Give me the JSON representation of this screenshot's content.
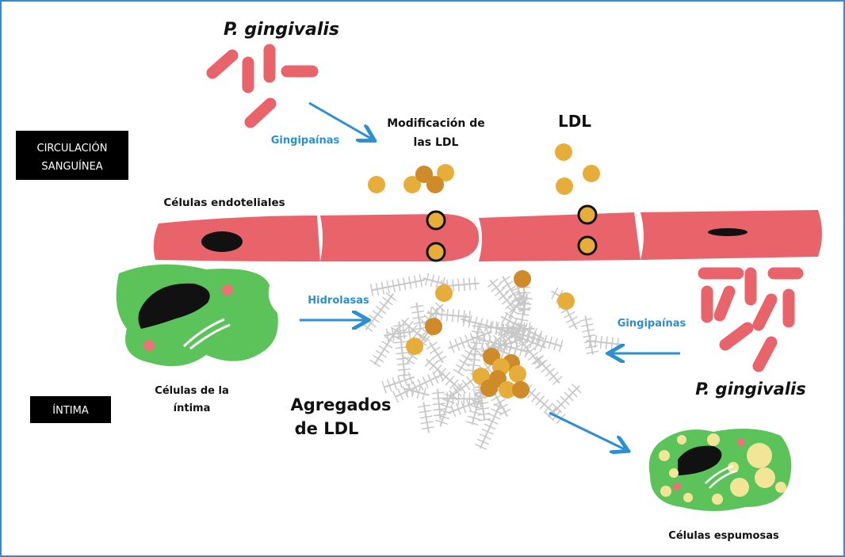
{
  "labels": {
    "pg_top": "P. gingivalis",
    "pg_right": "P. gingivalis",
    "gingipainas_top": "Gingipaínas",
    "gingipainas_right": "Gingipaínas",
    "modificacion_line1": "Modificación de",
    "modificacion_line2": "las LDL",
    "ldl": "LDL",
    "circulacion_line1": "CIRCULACIÓN",
    "circulacion_line2": "SANGUÍNEA",
    "endoteliales": "Células  endoteliales",
    "hidrolasas": "Hidrolasas",
    "intima_cells_line1": "Células de la",
    "intima_cells_line2": "íntima",
    "intima": "ÍNTIMA",
    "agregados_line1": "Agregados",
    "agregados_line2": "de LDL",
    "espumosas": "Células espumosas"
  },
  "colors": {
    "frame": "#2b8fd0",
    "bacteria": "#e8636a",
    "endothelium": "#e8636a",
    "intima_cell": "#5cc35a",
    "ldl": "#e6ad3a",
    "ldl_dark": "#cf8a2a",
    "arrow": "#2b8fd0",
    "mesh": "#c8c8c8",
    "lipid": "#f3e597"
  }
}
